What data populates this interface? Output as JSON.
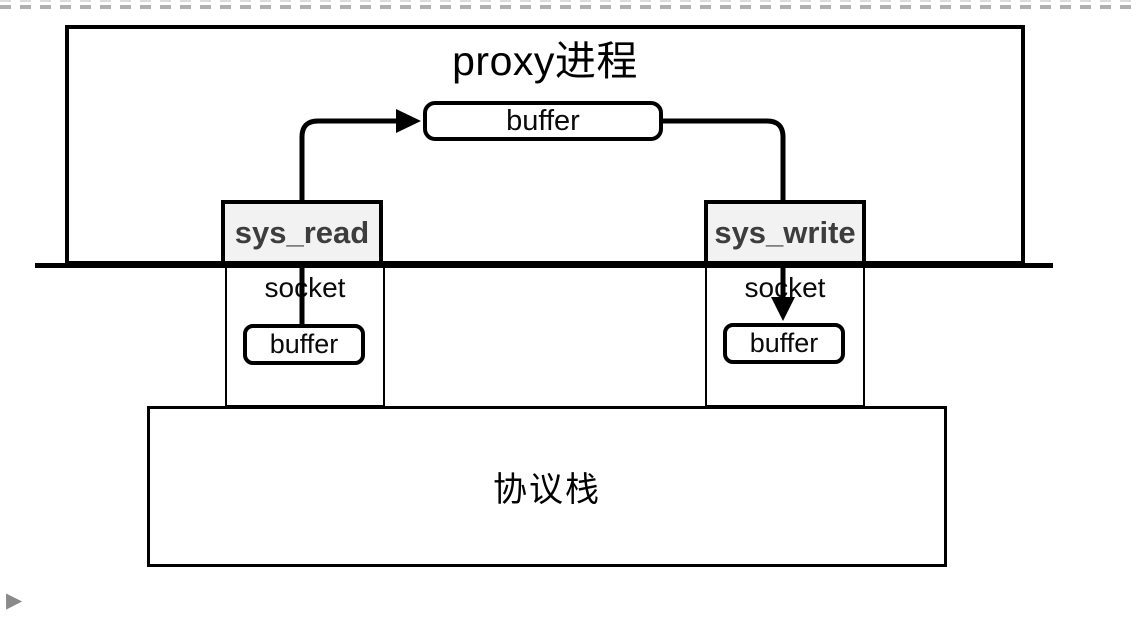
{
  "separator": {
    "style": "dashed"
  },
  "bullet": {
    "glyph": "▶"
  },
  "diagram": {
    "proxy": {
      "title": "proxy进程"
    },
    "top_buffer": {
      "label": "buffer"
    },
    "sys_read": {
      "label": "sys_read"
    },
    "sys_write": {
      "label": "sys_write"
    },
    "left_socket": {
      "label": "socket",
      "buffer": {
        "label": "buffer"
      }
    },
    "right_socket": {
      "label": "socket",
      "buffer": {
        "label": "buffer"
      }
    },
    "protocol_stack": {
      "label": "协议栈"
    },
    "colors": {
      "stroke": "#000000",
      "syscall_fill": "#f2f2f2",
      "syscall_text": "#3d3d3d",
      "dash_line": "#b0b0b0"
    }
  }
}
